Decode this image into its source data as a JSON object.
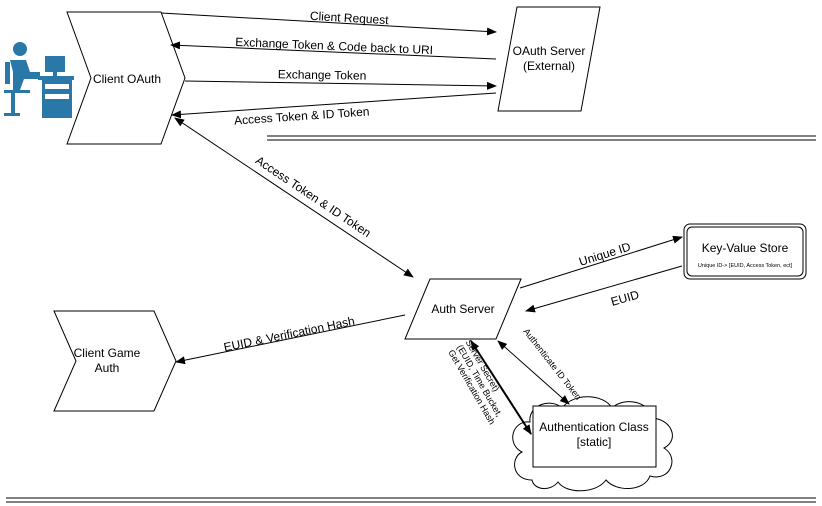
{
  "nodes": {
    "client_oauth": "Client OAuth",
    "oauth_server": [
      "OAuth Server",
      "(External)"
    ],
    "auth_server": "Auth Server",
    "kv_store": "Key-Value Store",
    "kv_store_detail": "Unique ID-> [EUID, Access Token, ect]",
    "client_game_auth": [
      "Client Game",
      "Auth"
    ],
    "auth_class": [
      "Authentication Class",
      "[static]"
    ]
  },
  "edges": {
    "client_request": "Client Request",
    "exchange_back": "Exchange Token & Code back to URI",
    "exchange_token": "Exchange Token",
    "access_id_token_1": "Access Token & ID Token",
    "access_id_token_2": "Access Token & ID Token",
    "unique_id": "Unique ID",
    "euid": "EUID",
    "euid_verification": "EUID & Verification Hash",
    "authenticate_id_token": "Authenticate ID Token",
    "get_verification_hash": [
      "Get Verification Hash",
      "(EUID, Time Bucket,",
      "Server Secret)"
    ]
  },
  "colors": {
    "user_icon": "#2a78a8",
    "stroke": "#000000"
  },
  "icons": {
    "user": "user-at-computer-icon"
  }
}
